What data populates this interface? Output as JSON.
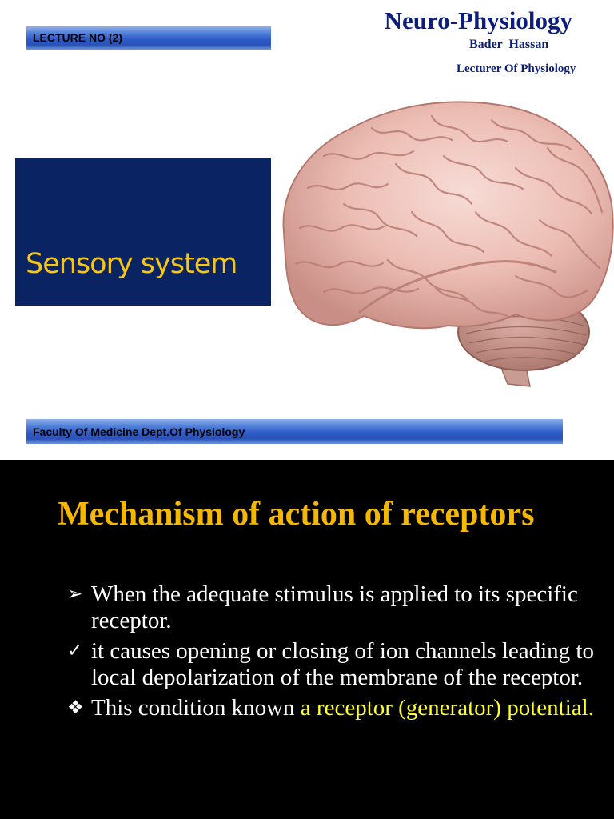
{
  "slide1": {
    "lecture_bar": "LECTURE NO (2)",
    "course_title": "Neuro-Physiology",
    "lecturer_name": "Bader  Hassan",
    "lecturer_role": "Lecturer Of Physiology",
    "topic_title": "Sensory system",
    "faculty_bar": "Faculty Of Medicine  Dept.Of Physiology",
    "image": "brain-photo"
  },
  "slide2": {
    "heading": "Mechanism of action of receptors",
    "bullets": [
      {
        "marker_icon": "arrow-bullet-icon",
        "marker": "➢",
        "text": "When the adequate stimulus is applied to its specific receptor."
      },
      {
        "marker_icon": "checkmark-bullet-icon",
        "marker": "✓",
        "text": "it causes opening or closing of ion channels leading to local depolarization of the membrane of the receptor."
      },
      {
        "marker_icon": "diamond-bullet-icon",
        "marker": "❖",
        "text_before": "This  condition known ",
        "highlight": "a receptor (generator) potential",
        "text_after": "."
      }
    ]
  },
  "colors": {
    "title_navy": "#0c1e7a",
    "topic_box": "#0a2463",
    "topic_text": "#f5c518",
    "heading_gold": "#f5b800",
    "highlight_yellow": "#ffff33",
    "bar_blue": "#2f5cc8"
  }
}
